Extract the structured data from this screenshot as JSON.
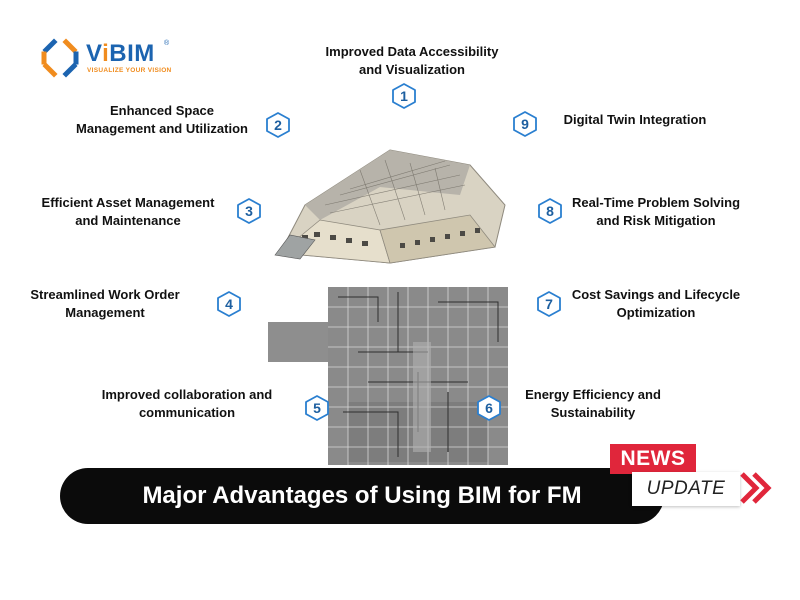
{
  "brand": {
    "name_prefix": "V",
    "name_i": "i",
    "name_suffix": "BIM",
    "registered": "®",
    "tagline": "VISUALIZE YOUR VISION",
    "color_blue": "#1c64b0",
    "color_orange": "#f08c1e"
  },
  "advantages": [
    {
      "number": "1",
      "line1": "Improved Data Accessibility",
      "line2": "and Visualization"
    },
    {
      "number": "2",
      "line1": "Enhanced Space",
      "line2": "Management and Utilization"
    },
    {
      "number": "3",
      "line1": "Efficient Asset Management",
      "line2": "and Maintenance"
    },
    {
      "number": "4",
      "line1": "Streamlined Work Order",
      "line2": "Management"
    },
    {
      "number": "5",
      "line1": "Improved collaboration and",
      "line2": "communication"
    },
    {
      "number": "6",
      "line1": "Energy Efficiency and",
      "line2": "Sustainability"
    },
    {
      "number": "7",
      "line1": "Cost Savings and Lifecycle",
      "line2": "Optimization"
    },
    {
      "number": "8",
      "line1": "Real-Time Problem Solving",
      "line2": "and Risk Mitigation"
    },
    {
      "number": "9",
      "line1": "Digital Twin Integration",
      "line2": ""
    }
  ],
  "title": "Major Advantages of Using BIM for FM",
  "news_badge": "NEWS",
  "update_badge": "UPDATE",
  "colors": {
    "hex_border": "#2a7fd0",
    "hex_number": "#1d5fa0",
    "banner": "#0b0b0b",
    "news": "#e0263b",
    "chevron": "#e0263b"
  }
}
